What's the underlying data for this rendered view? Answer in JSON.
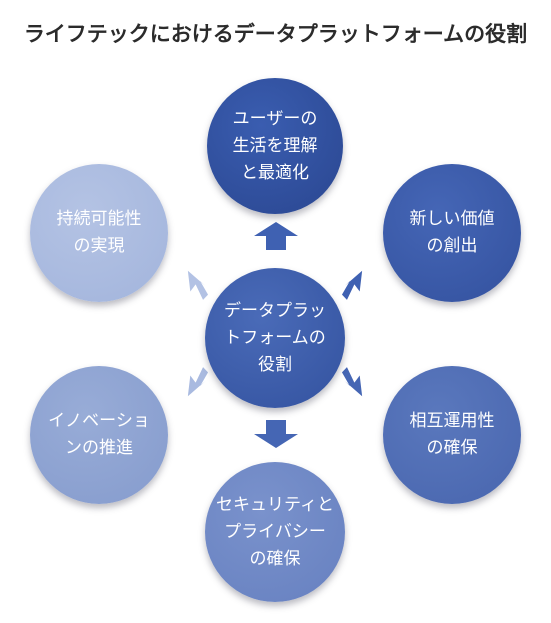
{
  "title": "ライフテックにおけるデータプラットフォームの役割",
  "center": {
    "label": "データプラッ\nトフォームの\n役割",
    "color": "#3a5ca8"
  },
  "nodes": [
    {
      "id": "user-life",
      "label": "ユーザーの\n生活を理解\nと最適化",
      "color": "#2f4f9c"
    },
    {
      "id": "new-value",
      "label": "新しい価値\nの創出",
      "color": "#3a5aa8"
    },
    {
      "id": "interop",
      "label": "相互運用性\nの確保",
      "color": "#4e6db5"
    },
    {
      "id": "security",
      "label": "セキュリティと\nプライバシー\nの確保",
      "color": "#6a84c2"
    },
    {
      "id": "innovation",
      "label": "イノベーショ\nンの推進",
      "color": "#8aa0cf"
    },
    {
      "id": "sustainable",
      "label": "持続可能性\nの実現",
      "color": "#a7b8dd"
    }
  ],
  "colors": {
    "arrow": "#4a6bb8",
    "arrow_light": "#b7c5e6"
  }
}
